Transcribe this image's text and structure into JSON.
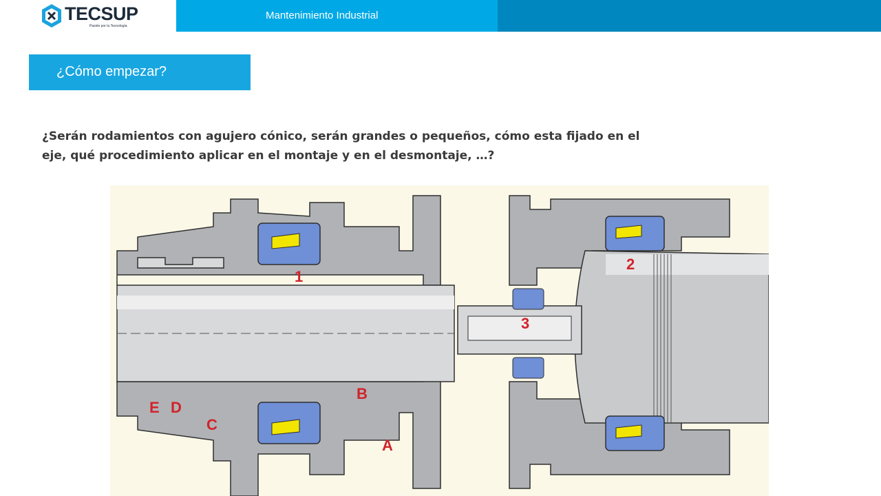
{
  "header": {
    "logo_text": "TECSUP",
    "logo_tagline": "Pasión por la Tecnología",
    "course_title": "Mantenimiento Industrial",
    "colors": {
      "band": "#00a9e6",
      "band_dark": "#0087c0"
    }
  },
  "section": {
    "title": "¿Cómo empezar?"
  },
  "body": {
    "question": "¿Serán rodamientos con agujero cónico, serán grandes o pequeños, cómo esta fijado en el eje, qué procedimiento aplicar en el montaje y en el desmontaje, …?"
  },
  "diagram": {
    "labels": {
      "n1": "1",
      "n2": "2",
      "n3": "3",
      "a": "A",
      "b": "B",
      "c": "C",
      "d": "D",
      "e": "E"
    },
    "colors": {
      "bearing": "#6f8fd6",
      "insert": "#f2e600",
      "housing": "#b0b2b6",
      "label": "#d2232a",
      "background": "#fbf8e8"
    }
  }
}
